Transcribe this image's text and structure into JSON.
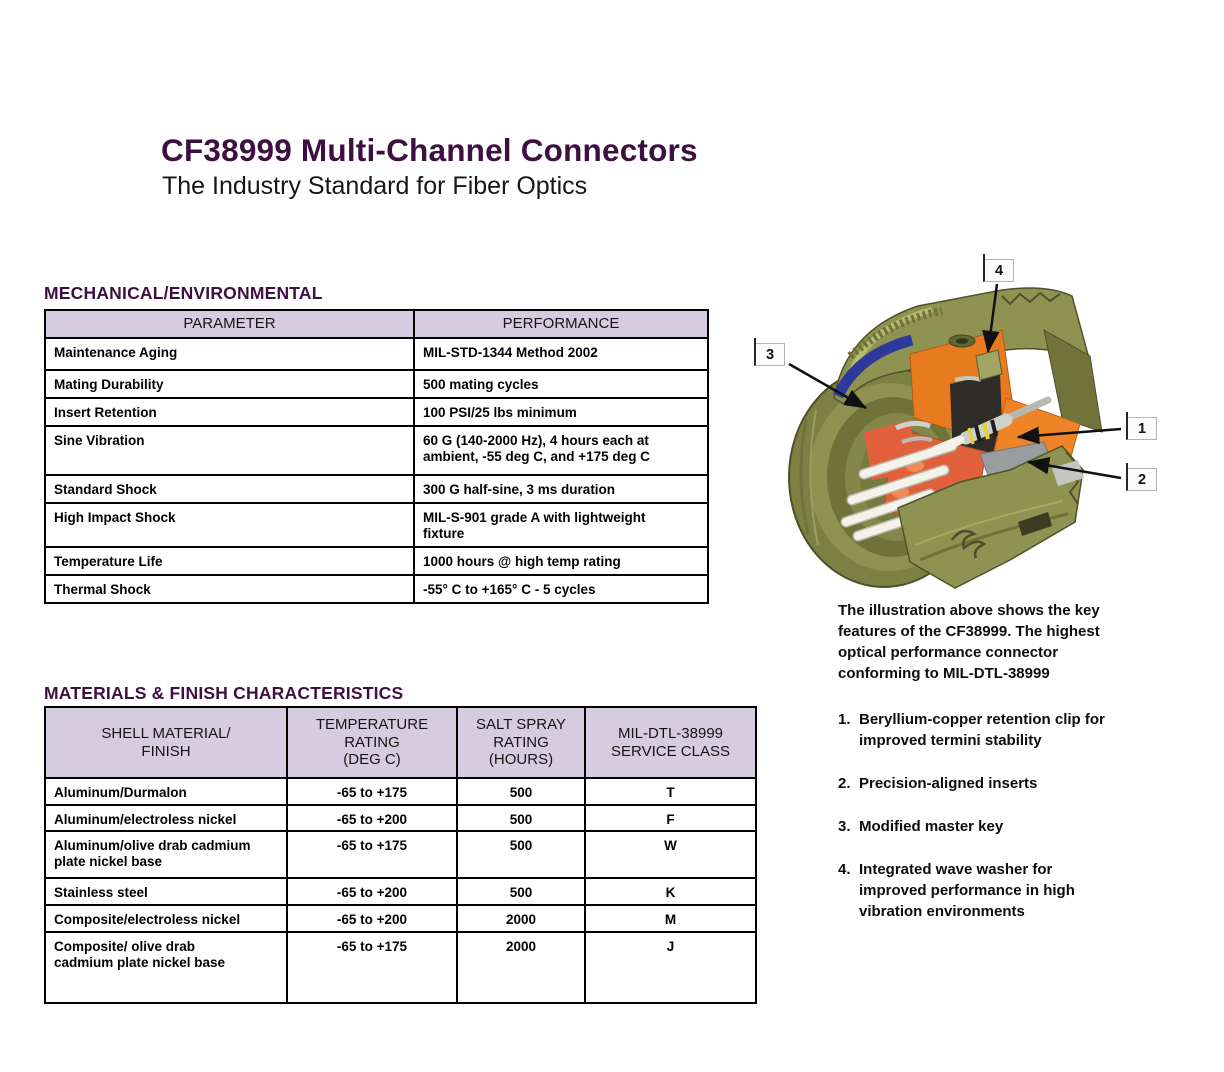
{
  "page": {
    "title": "CF38999 Multi-Channel Connectors",
    "subtitle": "The Industry Standard for Fiber Optics"
  },
  "colors": {
    "heading_purple": "#3E1040",
    "table_header_bg": "#D6CCDF",
    "table_border": "#000000",
    "shell_olive": "#8F9352",
    "insert_orange": "#E87A1F",
    "insert_red_orange": "#E2613C",
    "band_blue": "#2E3A9B"
  },
  "mechanical": {
    "heading": "MECHANICAL/ENVIRONMENTAL",
    "columns": [
      "PARAMETER",
      "PERFORMANCE"
    ],
    "rows": [
      [
        "Maintenance Aging",
        "MIL-STD-1344 Method 2002"
      ],
      [
        "Mating Durability",
        "500 mating cycles"
      ],
      [
        "Insert Retention",
        "100 PSI/25 lbs minimum"
      ],
      [
        "Sine Vibration",
        "60 G (140-2000 Hz), 4 hours each at\nambient, -55 deg C, and +175 deg C"
      ],
      [
        "Standard Shock",
        "300 G half-sine, 3 ms duration"
      ],
      [
        "High Impact Shock",
        "MIL-S-901 grade A with lightweight\nfixture"
      ],
      [
        "Temperature Life",
        "1000 hours @ high temp rating"
      ],
      [
        "Thermal Shock",
        "-55° C to +165° C - 5 cycles"
      ]
    ]
  },
  "materials": {
    "heading": "MATERIALS & FINISH CHARACTERISTICS",
    "columns": [
      "SHELL MATERIAL/\nFINISH",
      "TEMPERATURE\nRATING\n(DEG C)",
      "SALT SPRAY\nRATING\n(HOURS)",
      "MIL-DTL-38999\nSERVICE CLASS"
    ],
    "rows": [
      [
        "Aluminum/Durmalon",
        "-65 to +175",
        "500",
        "T"
      ],
      [
        "Aluminum/electroless nickel",
        "-65 to +200",
        "500",
        "F"
      ],
      [
        "Aluminum/olive drab cadmium\nplate nickel base",
        "-65 to +175",
        "500",
        "W"
      ],
      [
        "Stainless steel",
        "-65 to +200",
        "500",
        "K"
      ],
      [
        "Composite/electroless nickel",
        "-65 to +200",
        "2000",
        "M"
      ],
      [
        "Composite/ olive drab\ncadmium plate nickel base",
        "-65 to +175",
        "2000",
        "J"
      ]
    ]
  },
  "illustration": {
    "callouts": [
      "1",
      "2",
      "3",
      "4"
    ],
    "caption": "The illustration above shows the key\nfeatures of the CF38999. The highest\noptical performance connector\nconforming to MIL-DTL-38999",
    "features": [
      {
        "num": "1.",
        "text": "Beryllium-copper retention clip for\nimproved termini stability"
      },
      {
        "num": "2.",
        "text": "Precision-aligned inserts"
      },
      {
        "num": "3.",
        "text": "Modified master key"
      },
      {
        "num": "4.",
        "text": "Integrated wave washer for\nimproved performance in high\nvibration environments"
      }
    ]
  }
}
